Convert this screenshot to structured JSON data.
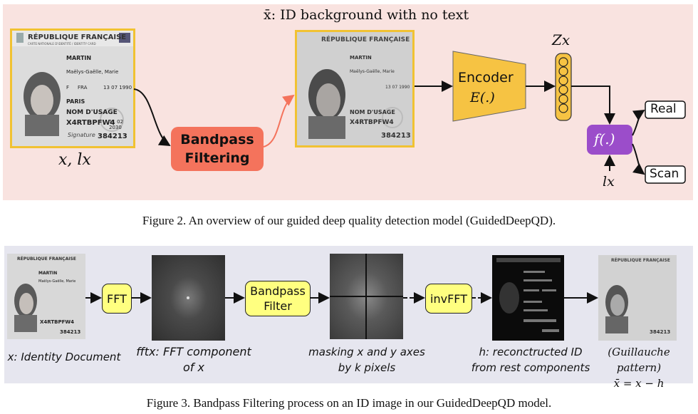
{
  "fig2": {
    "xbar_title": "x̄: ID background with no text",
    "input_label": "x, lx",
    "bandpass": [
      "Bandpass",
      "Filtering"
    ],
    "encoder": "Encoder",
    "encoder_fn": "E(.)",
    "zx": "Zx",
    "f_fn": "f(.)",
    "lx": "lx",
    "real": "Real",
    "scan": "Scan",
    "caption": "Figure 2. An overview of our guided deep quality detection model (GuidedDeepQD)."
  },
  "fig3": {
    "fft": "FFT",
    "bandpass": [
      "Bandpass",
      "Filter"
    ],
    "invfft": "invFFT",
    "label_doc": "x: Identity Document",
    "label_fft": [
      "fftx: FFT component",
      "of x"
    ],
    "label_mask": [
      "masking x and y axes",
      "by k pixels"
    ],
    "label_h": [
      "h: reconctructed ID",
      "from rest components"
    ],
    "label_pattern": [
      "(Guillauche pattern)",
      "x̄ = x − h"
    ],
    "caption": "Figure 3. Bandpass Filtering process on an ID image in our GuidedDeepQD model."
  },
  "card": {
    "country": "RÉPUBLIQUE FRANÇAISE",
    "subtitle": "CARTE NATIONALE D'IDENTITÉ / IDENTITY CARD",
    "surname": "MARTIN",
    "given": "Maëlys-Gaëlle, Marie",
    "sex": "F",
    "nationality": "FRA",
    "birth": "13 07 1990",
    "place": "PARIS",
    "usage_name": "NOM D'USAGE",
    "doc_no": "X4RTBPFW4",
    "expiry": "11 02 2030",
    "signature": "Signature",
    "code": "384213"
  },
  "colors": {
    "panel1": "#f9e3e0",
    "panel2": "#e6e6ef",
    "bandpass": "#f4735c",
    "encoder": "#f6c343",
    "f_box": "#9b4dca",
    "yellow_box": "#ffff80",
    "card_border": "#f1c232"
  }
}
